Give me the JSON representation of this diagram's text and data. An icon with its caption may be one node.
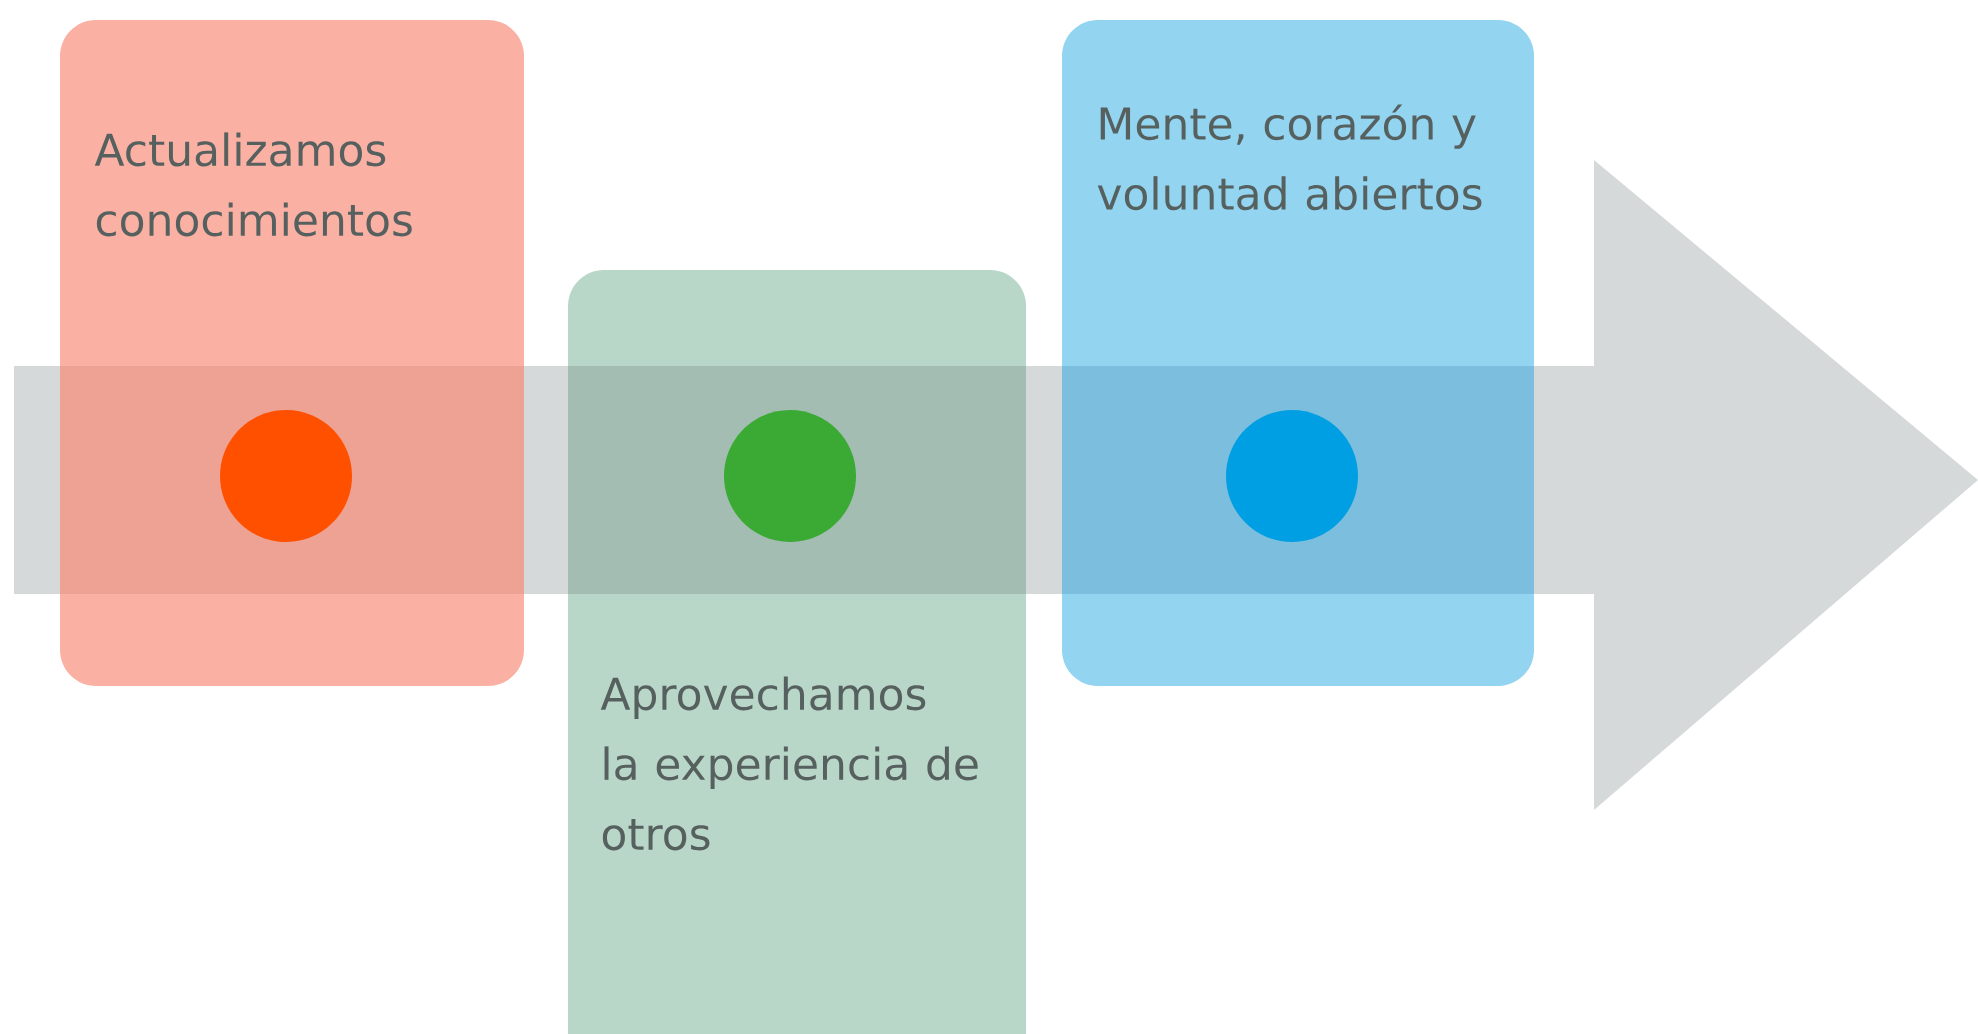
{
  "diagram": {
    "nodes": [
      {
        "text": [
          "Actualizamos conocimientos"
        ]
      },
      {
        "text": [],
        "shape": "circle",
        "in": 0
      },
      {
        "text": [
          "Aprovechamos la experiencia de otros"
        ]
      },
      {
        "text": [],
        "shape": "circle",
        "in": 2
      },
      {
        "text": [
          "Mente, corazón y voluntad abiertos"
        ]
      },
      {
        "text": [],
        "shape": "circle",
        "in": 4
      }
    ]
  }
}
